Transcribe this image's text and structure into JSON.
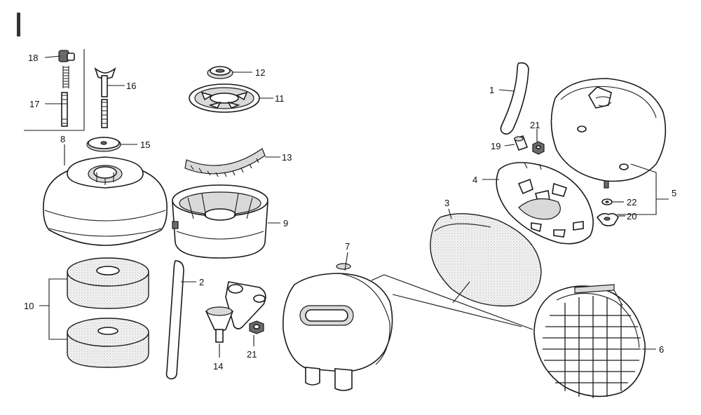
{
  "callouts": {
    "c1": "1",
    "c2": "2",
    "c3": "3",
    "c4": "4",
    "c5": "5",
    "c6": "6",
    "c7": "7",
    "c8": "8",
    "c9": "9",
    "c10": "10",
    "c11": "11",
    "c12": "12",
    "c13": "13",
    "c14": "14",
    "c15": "15",
    "c16": "16",
    "c17": "17",
    "c18": "18",
    "c19": "19",
    "c20": "20",
    "c21a": "21",
    "c21b": "21",
    "c22": "22"
  }
}
